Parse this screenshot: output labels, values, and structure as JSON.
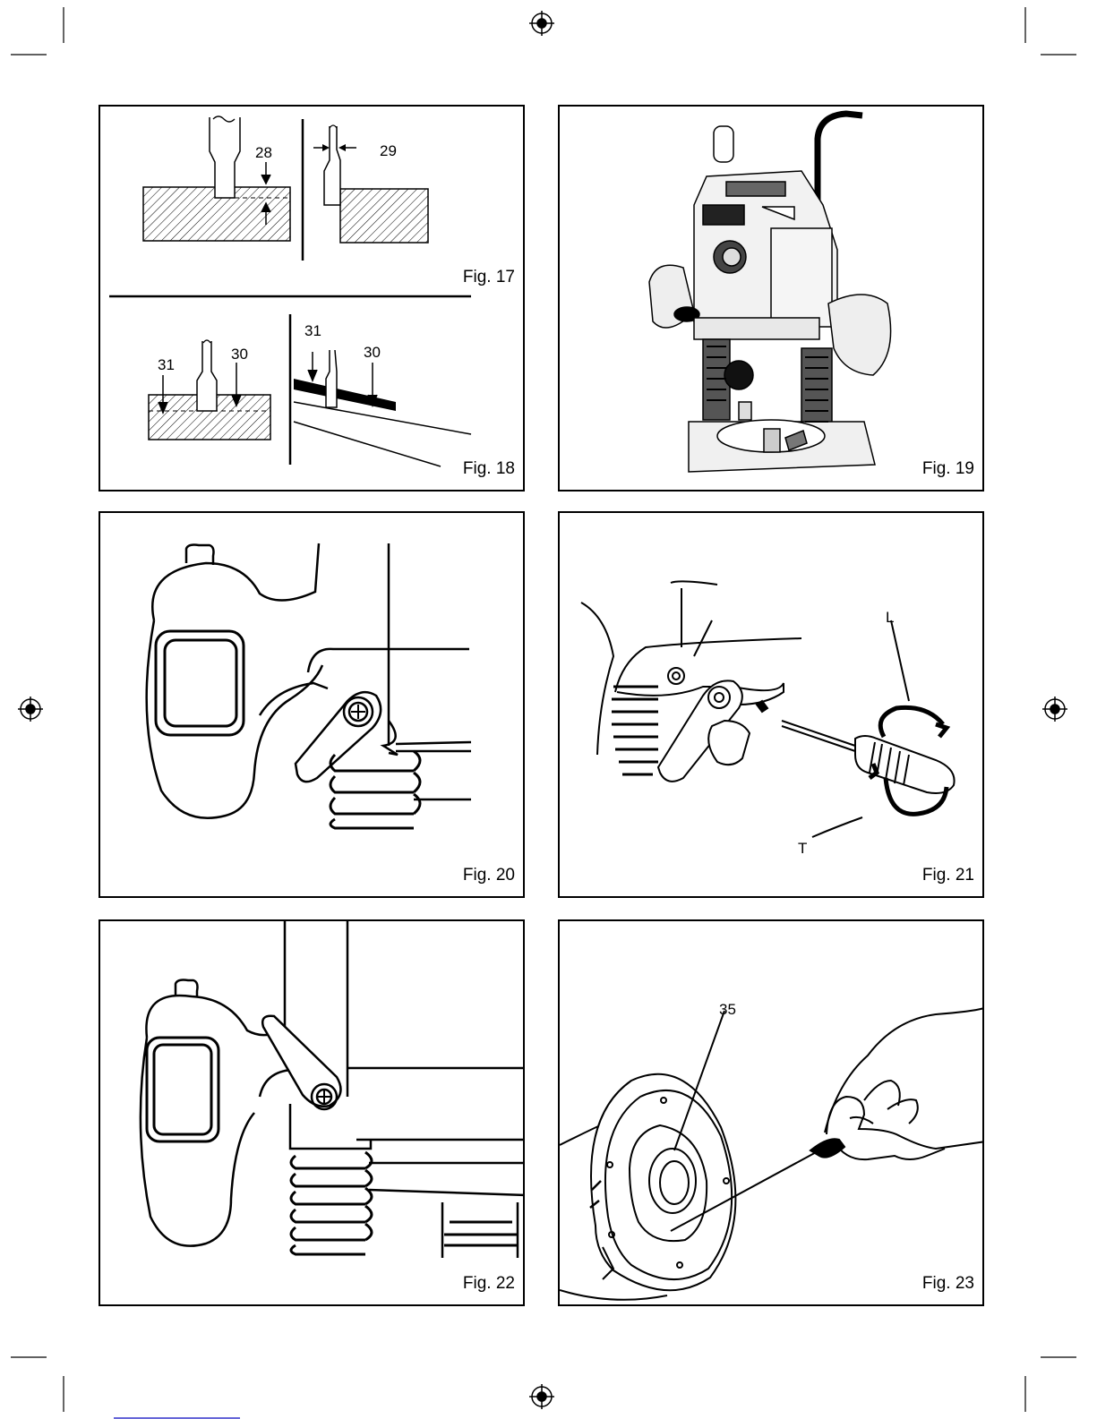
{
  "figures": [
    {
      "caption": "Fig. 17",
      "callouts": [
        "28",
        "29"
      ]
    },
    {
      "caption": "Fig. 18",
      "callouts": [
        "31",
        "30",
        "31",
        "30"
      ]
    },
    {
      "caption": "Fig. 19",
      "callouts": []
    },
    {
      "caption": "Fig. 20",
      "callouts": []
    },
    {
      "caption": "Fig. 21",
      "callouts": [
        "L",
        "T"
      ]
    },
    {
      "caption": "Fig. 22",
      "callouts": []
    },
    {
      "caption": "Fig. 23",
      "callouts": [
        "35"
      ]
    }
  ],
  "colors": {
    "ink": "#000000",
    "paper": "#ffffff",
    "link_underline": "#3333cc"
  }
}
